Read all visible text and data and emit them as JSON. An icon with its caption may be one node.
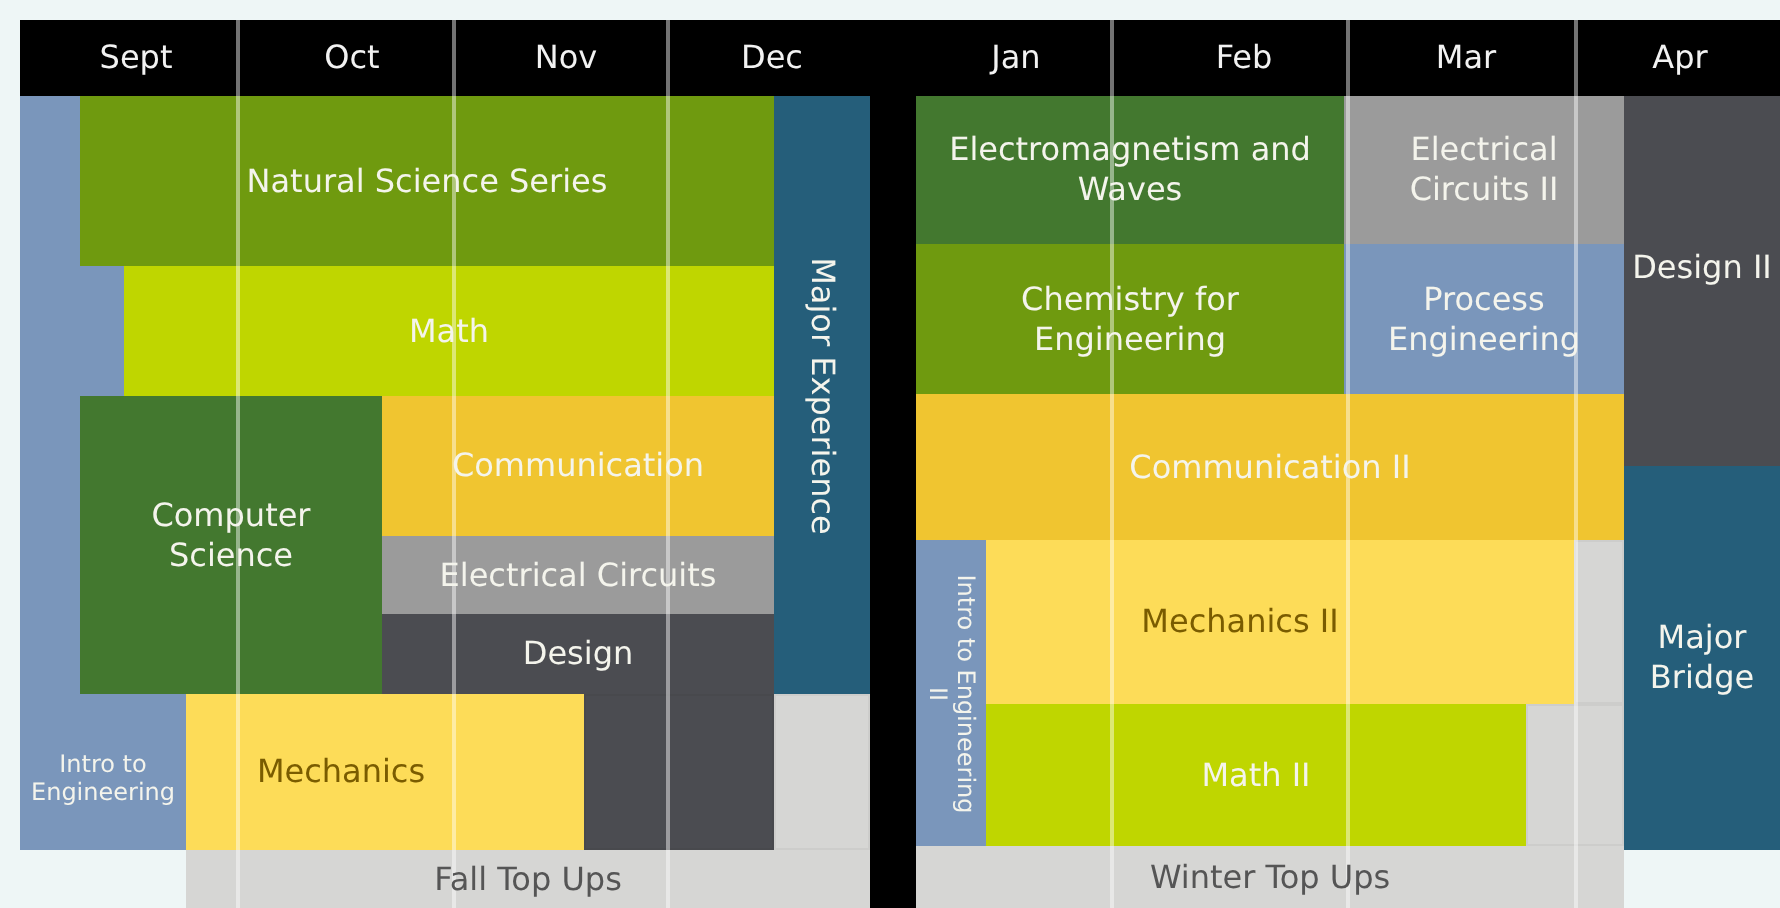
{
  "diagram": {
    "nodes": [
      {
        "text": [
          "Intro to Engineering"
        ]
      },
      {
        "text": [
          "Natural Science Series"
        ]
      },
      {
        "text": [
          "Math"
        ]
      },
      {
        "text": [
          "Computer Science"
        ]
      },
      {
        "text": [
          "Communication"
        ]
      },
      {
        "text": [
          "Electrical Circuits"
        ]
      },
      {
        "text": [
          "Design"
        ]
      },
      {
        "text": [
          "Mechanics"
        ]
      },
      {
        "text": [
          "Major Experience"
        ]
      },
      {
        "text": [
          "Fall Top Ups"
        ]
      },
      {
        "text": [
          "Electromagnetism and Waves"
        ]
      },
      {
        "text": [
          "Electrical Circuits II"
        ]
      },
      {
        "text": [
          "Chemistry for Engineering"
        ]
      },
      {
        "text": [
          "Process Engineering"
        ]
      },
      {
        "text": [
          "Communication II"
        ]
      },
      {
        "text": [
          "Intro to Engineering II"
        ]
      },
      {
        "text": [
          "Mechanics II"
        ]
      },
      {
        "text": [
          "Math II"
        ]
      },
      {
        "text": [
          "Winter Top Ups"
        ]
      },
      {
        "text": [
          "Design II"
        ]
      },
      {
        "text": [
          "Major Bridge"
        ]
      },
      {
        "text": [],
        "shape": "bar"
      },
      {
        "text": [],
        "shape": "box"
      },
      {
        "text": [],
        "shape": "box"
      },
      {
        "text": [],
        "shape": "box"
      },
      {
        "text": [],
        "shape": "box"
      }
    ],
    "labels": [
      "Sept",
      "Oct",
      "Nov",
      "Dec",
      "Jan",
      "Feb",
      "Mar",
      "Apr"
    ]
  }
}
